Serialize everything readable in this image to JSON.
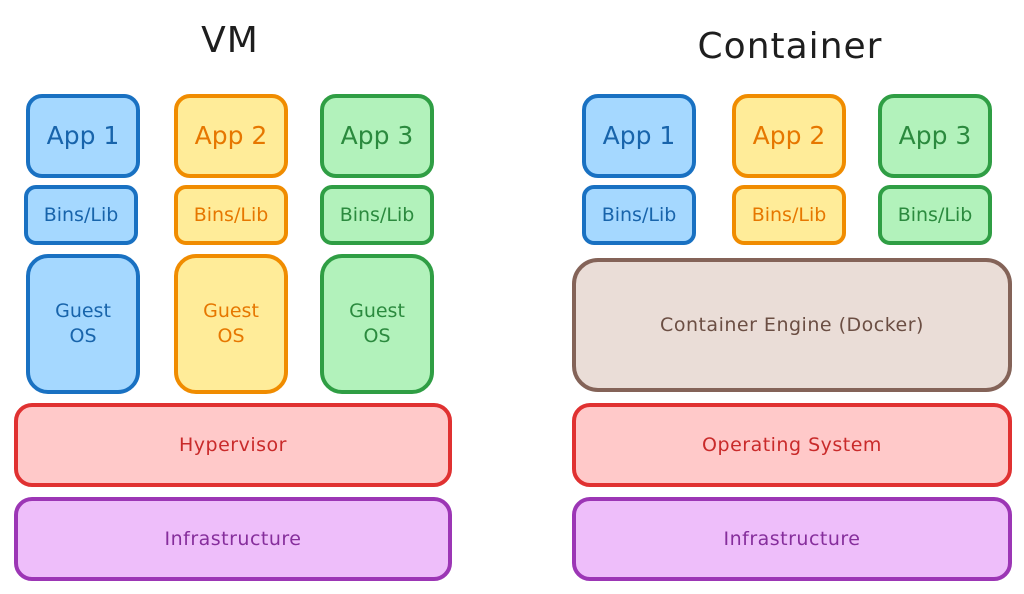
{
  "vm": {
    "title": "VM",
    "apps": [
      {
        "label": "App 1",
        "color": "blue"
      },
      {
        "label": "App 2",
        "color": "orange"
      },
      {
        "label": "App 3",
        "color": "green"
      }
    ],
    "libs": [
      "Bins/Lib",
      "Bins/Lib",
      "Bins/Lib"
    ],
    "guest_os": [
      "Guest\nOS",
      "Guest\nOS",
      "Guest\nOS"
    ],
    "hypervisor": "Hypervisor",
    "infrastructure": "Infrastructure"
  },
  "container": {
    "title": "Container",
    "apps": [
      {
        "label": "App 1",
        "color": "blue"
      },
      {
        "label": "App 2",
        "color": "orange"
      },
      {
        "label": "App 3",
        "color": "green"
      }
    ],
    "libs": [
      "Bins/Lib",
      "Bins/Lib",
      "Bins/Lib"
    ],
    "engine": "Container Engine (Docker)",
    "operating_system": "Operating System",
    "infrastructure": "Infrastructure"
  },
  "colors": {
    "blue_fill": "#a5d8ff",
    "blue_stroke": "#1971c2",
    "orange_fill": "#ffec99",
    "orange_stroke": "#f08c00",
    "green_fill": "#b2f2bb",
    "green_stroke": "#2f9e44",
    "red_fill": "#ffc9c9",
    "red_stroke": "#e03131",
    "purple_fill": "#eebefa",
    "purple_stroke": "#9c36b5",
    "brown_fill": "#eaddd7",
    "brown_stroke": "#846358"
  }
}
